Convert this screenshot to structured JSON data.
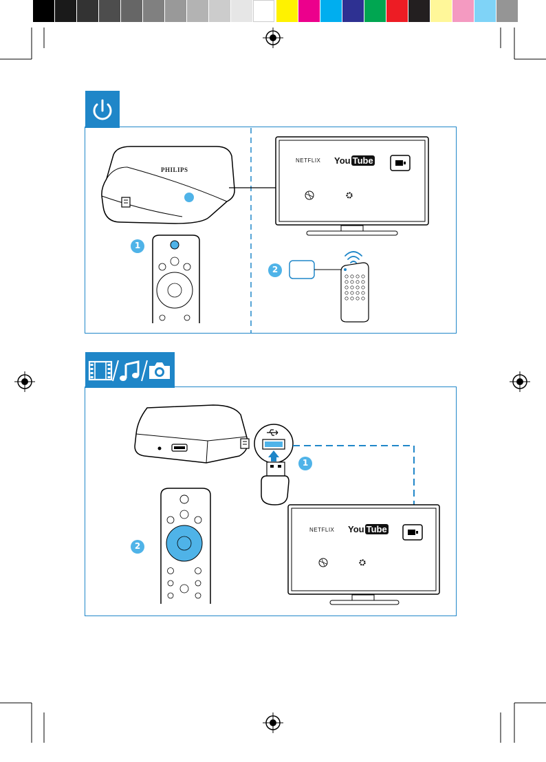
{
  "colors": {
    "accent": "#1f86c8",
    "light_blue": "#4fb3e8",
    "grayscale": [
      "#000000",
      "#1a1a1a",
      "#333333",
      "#4d4d4d",
      "#666666",
      "#808080",
      "#999999",
      "#b3b3b3",
      "#cccccc",
      "#e6e6e6",
      "#ffffff"
    ],
    "process": [
      "#fff200",
      "#ec008c",
      "#00aeef",
      "#2e3192",
      "#00a651",
      "#ed1c24",
      "#231f20",
      "#fff799",
      "#f49ac1",
      "#7fd3f7",
      "#959595"
    ]
  },
  "section1": {
    "tab_icon": "power-icon",
    "device_brand": "PHILIPS",
    "tv": {
      "netflix": "NETFLIX",
      "youtube_you": "You",
      "youtube_tube": "Tube"
    },
    "step1": "1",
    "step2": "2"
  },
  "section2": {
    "tab_icons": [
      "film-icon",
      "music-icon",
      "camera-icon"
    ],
    "tv": {
      "netflix": "NETFLIX",
      "youtube_you": "You",
      "youtube_tube": "Tube"
    },
    "step1": "1",
    "step2": "2"
  }
}
